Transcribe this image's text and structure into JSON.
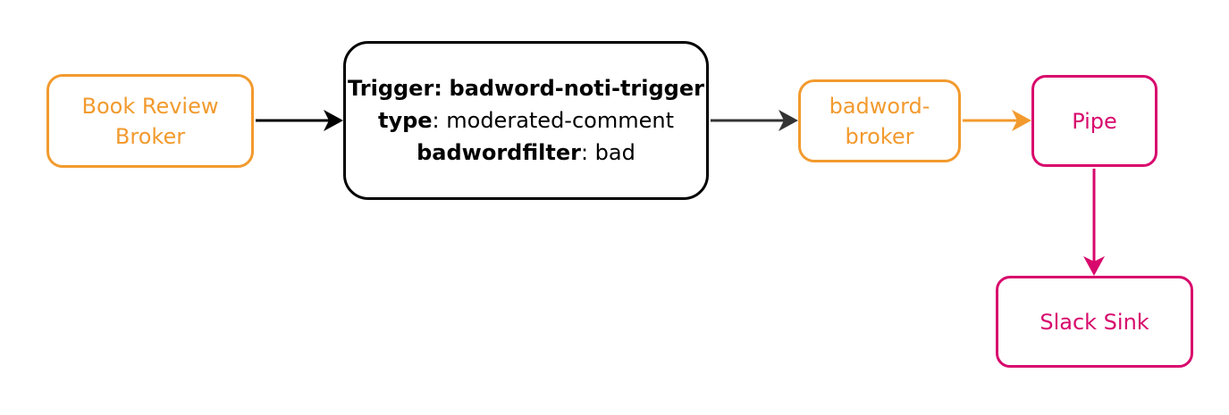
{
  "nodes": {
    "book_broker": {
      "line1": "Book Review",
      "line2": "Broker"
    },
    "trigger": {
      "title_key": "Trigger:",
      "title_val": "badword-noti-trigger",
      "type_key": "type",
      "type_val": ": moderated-comment",
      "filter_key": "badwordfilter",
      "filter_val": ": bad"
    },
    "badword_broker": {
      "line1": "badword-",
      "line2": "broker"
    },
    "pipe": {
      "label": "Pipe"
    },
    "slack_sink": {
      "label": "Slack Sink"
    }
  },
  "colors": {
    "broker": "#f29a2e",
    "pipe": "#d8096c",
    "trigger": "#000000",
    "arrow_dark": "#333333"
  }
}
